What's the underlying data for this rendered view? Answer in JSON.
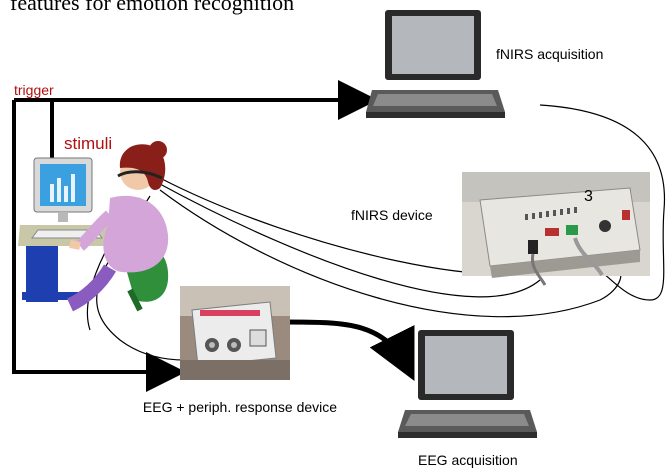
{
  "header_text": "features for emotion recognition",
  "labels": {
    "trigger": "trigger",
    "stimuli": "stimuli",
    "fnirs_acquisition": "fNIRS acquisition",
    "fnirs_device": "fNIRS device",
    "fnirs_device_number": "3",
    "eeg_device": "EEG + periph. response device",
    "eeg_acquisition": "EEG acquisition"
  },
  "colors": {
    "label_red": "#b01010",
    "arrow": "#000000",
    "laptop_screen": "#b4b8bd",
    "laptop_body": "#3a3a3a",
    "person_hair": "#8a1f1a",
    "person_shirt": "#d4a5d9",
    "monitor_screen": "#3aa0e0",
    "chair": "#2f8f3a"
  }
}
